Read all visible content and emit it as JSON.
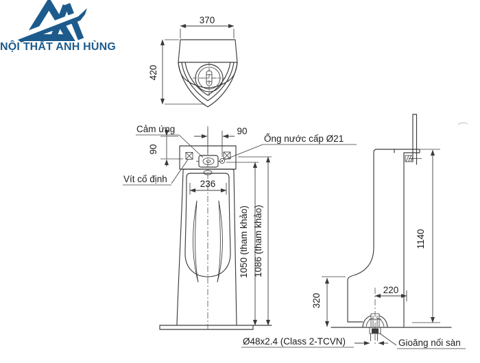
{
  "brand": {
    "name": "NỘI THẤT ANH HÙNG",
    "color": "#1d5b8d"
  },
  "colors": {
    "line": "#3a3a3a",
    "text": "#1c1c1c"
  },
  "top_view": {
    "width_mm": "370",
    "depth_mm": "420"
  },
  "front_view": {
    "sensor_label": "Cảm ứng",
    "water_supply_label": "Ống nước cấp Ø21",
    "fixing_screw_label": "Vít cố định",
    "dim_center_to_inlet": "90",
    "dim_top_offset": "90",
    "dim_bowl_width": "236",
    "dim_height_rim": "1050 (tham khảo)",
    "dim_height_top": "1086 (tham khảo)",
    "drain_pipe_note": "Ø48x2.4 (Class 2-TCVN)",
    "floor_gasket_label": "Gioăng nối sàn"
  },
  "side_view": {
    "dim_total_height": "1140",
    "dim_base_height": "320",
    "dim_drain_offset": "220"
  }
}
